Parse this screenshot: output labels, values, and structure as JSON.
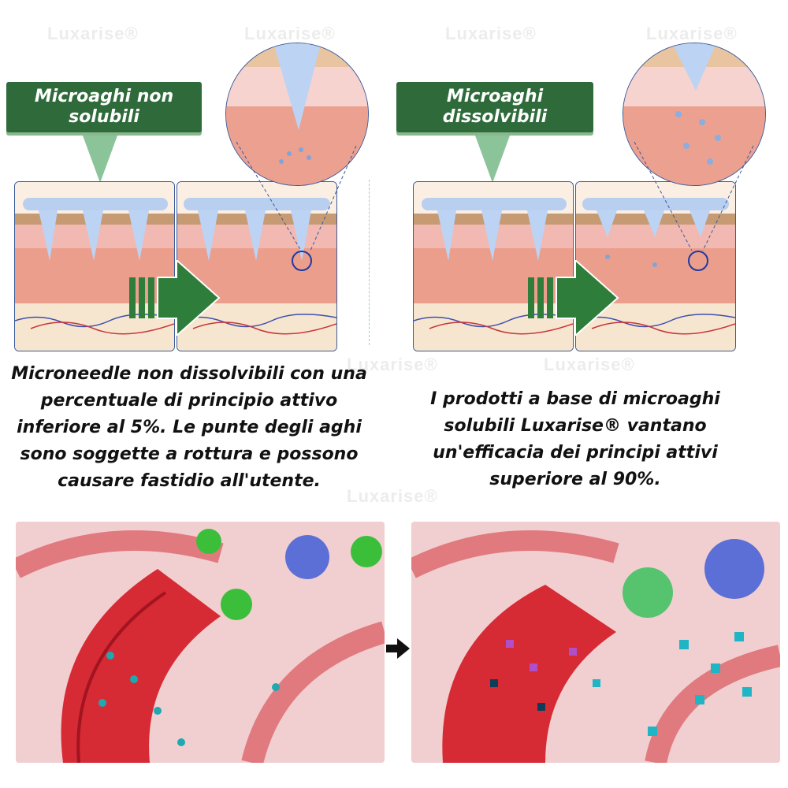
{
  "watermark": "Luxarise®",
  "left": {
    "label": "Microaghi non solubili",
    "caption": "Microneedle non dissolvibili con una percentuale di principio attivo inferiore al 5%. Le punte degli aghi sono soggette a rottura e possono causare fastidio all'utente."
  },
  "right": {
    "label": "Microaghi dissolvibili",
    "caption": "I prodotti a base di microaghi solubili Luxarise® vantano un'efficacia dei principi attivi superiore al 90%."
  },
  "colors": {
    "label_bg": "#2f6b3a",
    "arrow": "#2e7d3b",
    "pointer": "#8cc49a",
    "panel_border": "#3b5a9a"
  },
  "icons": [
    "arrow-right-icon",
    "arrow-right-small-icon"
  ]
}
